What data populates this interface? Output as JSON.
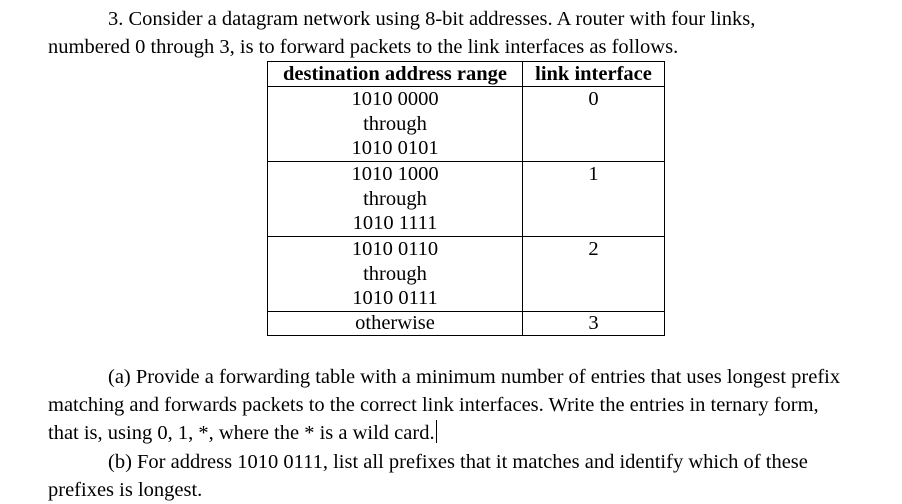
{
  "question": {
    "line1": "3. Consider a datagram network using 8-bit addresses.  A router with four links,",
    "line2": "numbered 0 through 3, is to forward packets to the link interfaces as follows."
  },
  "table": {
    "headers": [
      "destination address range",
      "link interface"
    ],
    "rows": [
      {
        "range": [
          "1010 0000",
          "through",
          "1010 0101"
        ],
        "link": "0"
      },
      {
        "range": [
          "1010 1000",
          "through",
          "1010 1111"
        ],
        "link": "1"
      },
      {
        "range": [
          "1010 0110",
          "through",
          "1010 0111"
        ],
        "link": "2"
      },
      {
        "range": [
          "otherwise"
        ],
        "link": "3"
      }
    ]
  },
  "part_a": {
    "line1": "(a) Provide a forwarding table with a minimum number of entries that uses longest prefix",
    "line2": "matching and forwards packets to the correct link interfaces.  Write the entries in ternary form,",
    "line3": "that is, using 0, 1, *, where the * is a wild card."
  },
  "part_b": {
    "line1": "(b) For address 1010 0111, list all prefixes that it matches and identify which of these",
    "line2": "prefixes is longest."
  }
}
